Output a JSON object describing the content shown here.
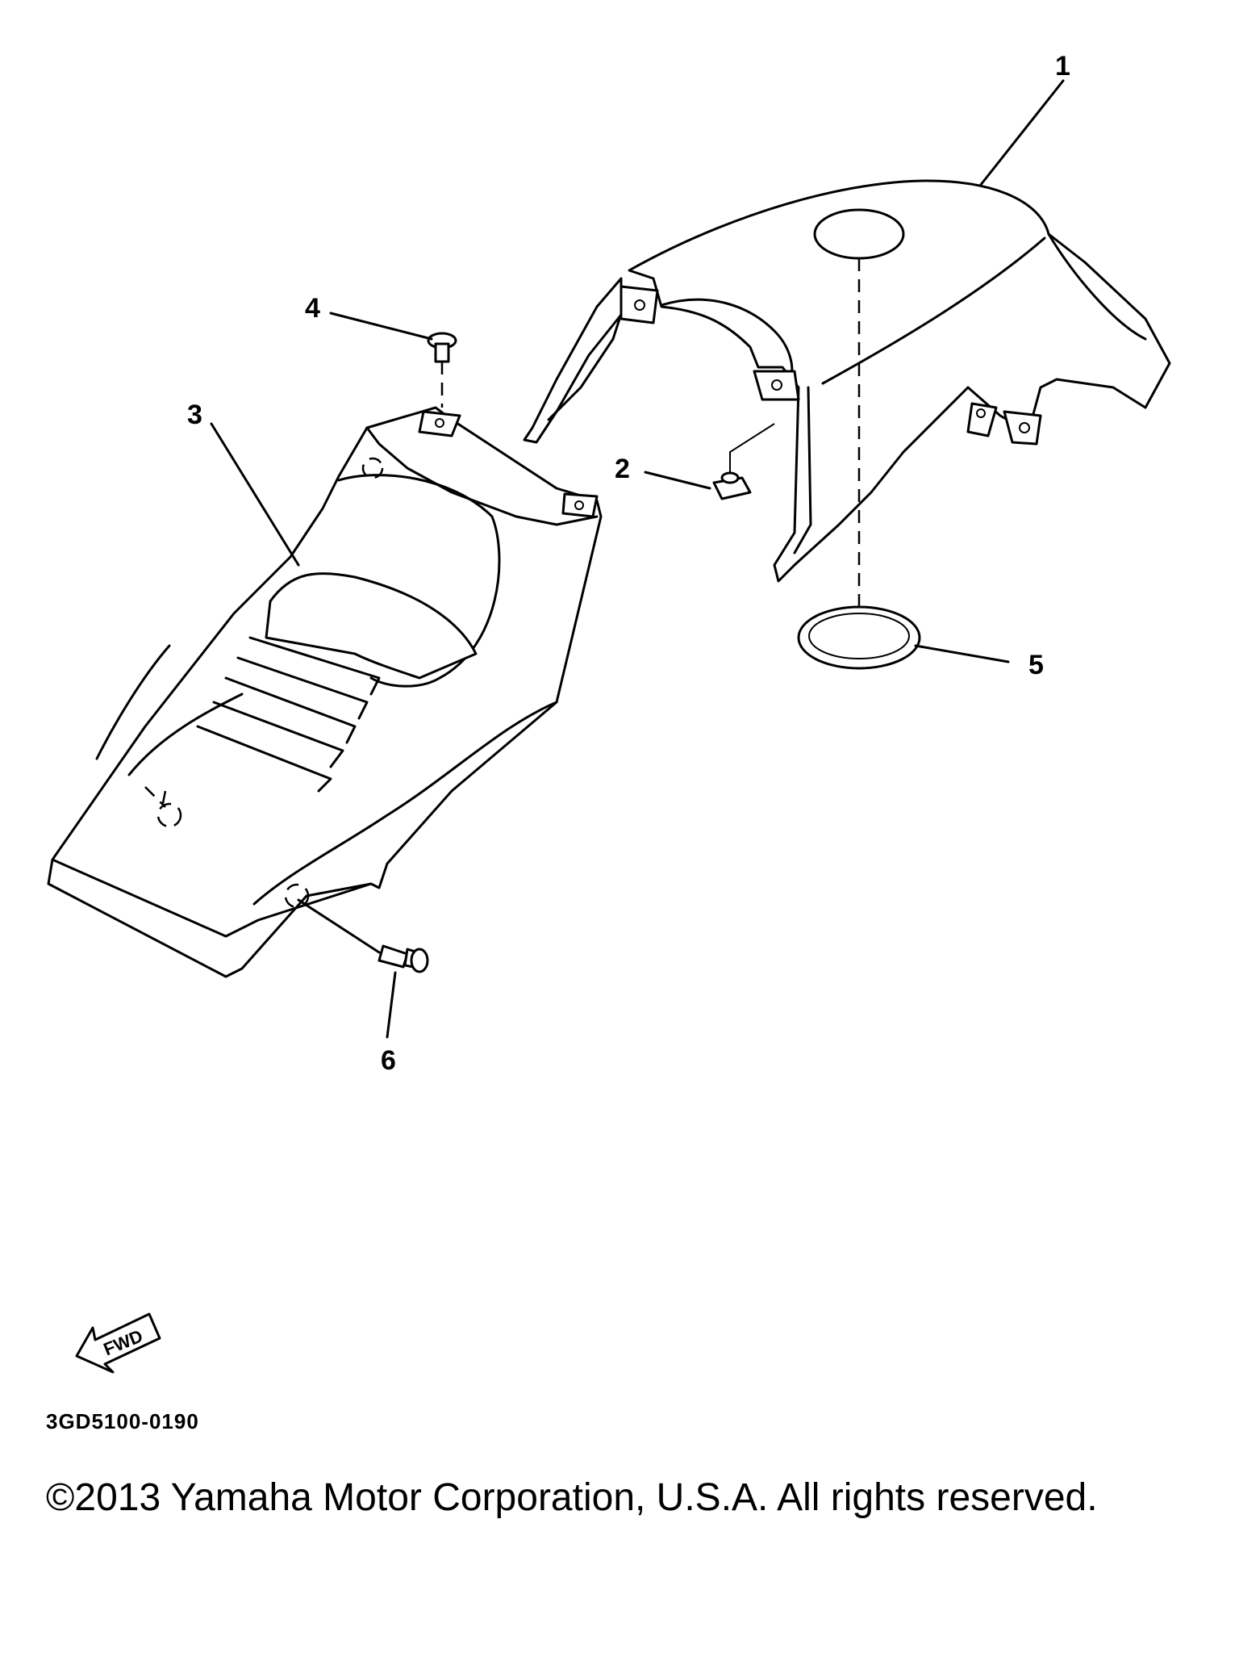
{
  "callouts": [
    "1",
    "2",
    "3",
    "4",
    "5",
    "6"
  ],
  "fwd_label": "FWD",
  "diagram_code": "3GD5100-0190",
  "copyright": "©2013 Yamaha Motor Corporation, U.S.A. All rights reserved."
}
